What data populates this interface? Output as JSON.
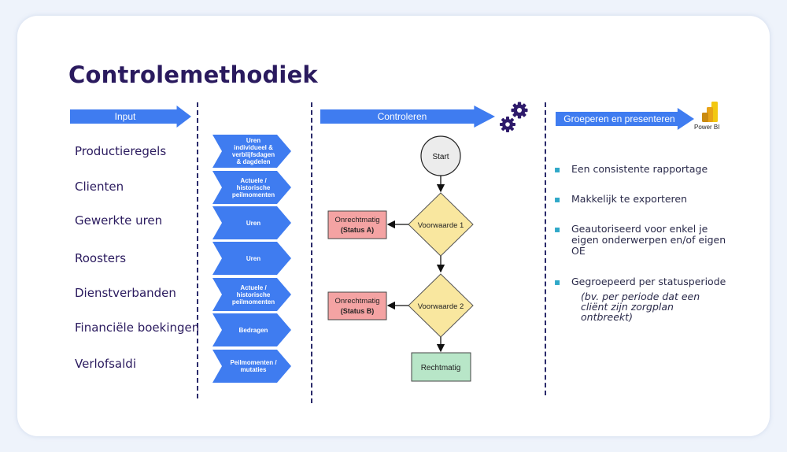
{
  "title": "Controlemethodiek",
  "banners": {
    "input": "Input",
    "controleren": "Controleren",
    "groeperen": "Groeperen en presenteren"
  },
  "inputs": [
    {
      "label": "Productieregels",
      "chevron": "Uren individueel & verblijfsdagen & dagdelen"
    },
    {
      "label": "Clienten",
      "chevron": "Actuele / historische peilmomenten"
    },
    {
      "label": "Gewerkte uren",
      "chevron": "Uren"
    },
    {
      "label": "Roosters",
      "chevron": "Uren"
    },
    {
      "label": "Dienstverbanden",
      "chevron": "Actuele / historische peilmomenten"
    },
    {
      "label": "Financiële boekingen",
      "chevron": "Bedragen"
    },
    {
      "label": "Verlofsaldi",
      "chevron": "Peilmomenten / mutaties"
    }
  ],
  "flow": {
    "start": "Start",
    "cond1": "Voorwaarde 1",
    "cond2": "Voorwaarde 2",
    "fail_a_line1": "Onrechtmatig",
    "fail_a_line2": "(Status A)",
    "fail_b_line1": "Onrechtmatig",
    "fail_b_line2": "(Status B)",
    "ok": "Rechtmatig"
  },
  "powerbi_label": "Power BI",
  "bullets": [
    "Een consistente rapportage",
    "Makkelijk te exporteren",
    "Geautoriseerd voor enkel je eigen onderwerpen en/of eigen OE",
    "Gegroepeerd per statusperiode"
  ],
  "note": "(bv. per periode dat een cliënt zijn zorgplan ontbreekt)",
  "colors": {
    "accent": "#3f7cf0",
    "title": "#2a1a5e",
    "diamond": "#f9e79f",
    "fail": "#f4a3a3",
    "ok": "#b8e6c8",
    "gear": "#2e1a6b"
  }
}
